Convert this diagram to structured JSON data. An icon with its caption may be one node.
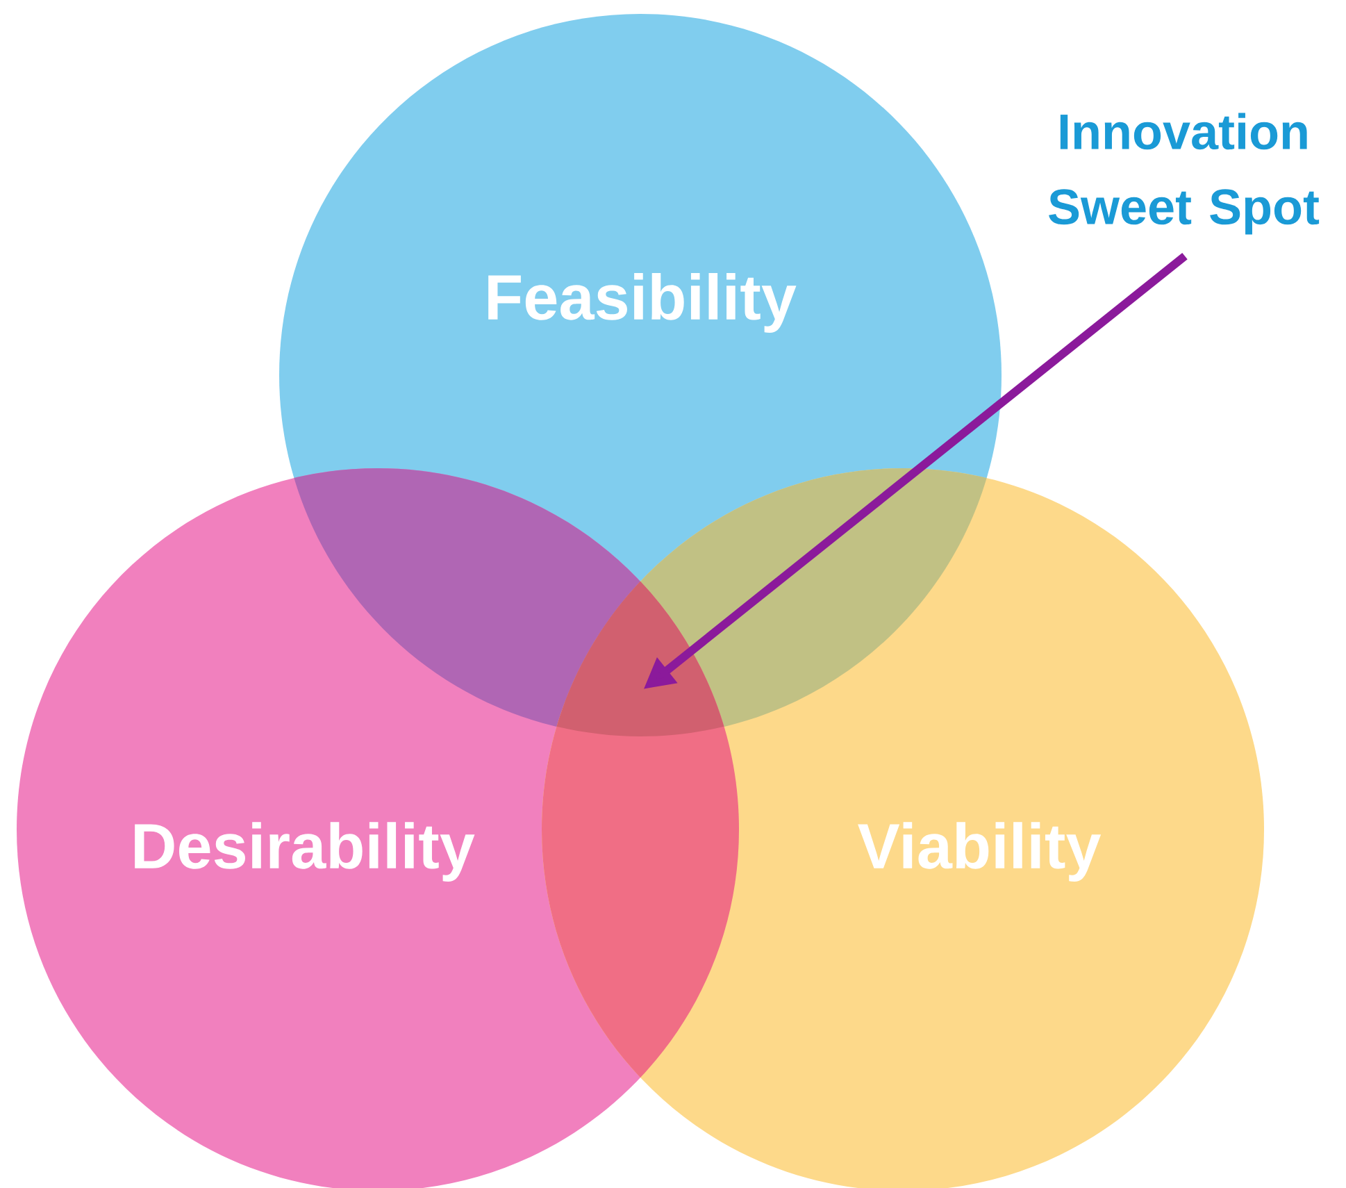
{
  "diagram": {
    "nodes": [
      {
        "text": [
          "Feasibility"
        ]
      },
      {
        "text": [
          "Desirability"
        ]
      },
      {
        "text": [
          "Viability"
        ]
      },
      {
        "text": [
          "Innovation Sweet Spot"
        ]
      },
      {
        "text": [],
        "shape": "triangle"
      }
    ],
    "edges": [
      {
        "from": 3,
        "to": 4,
        "arrow": "to"
      }
    ]
  }
}
